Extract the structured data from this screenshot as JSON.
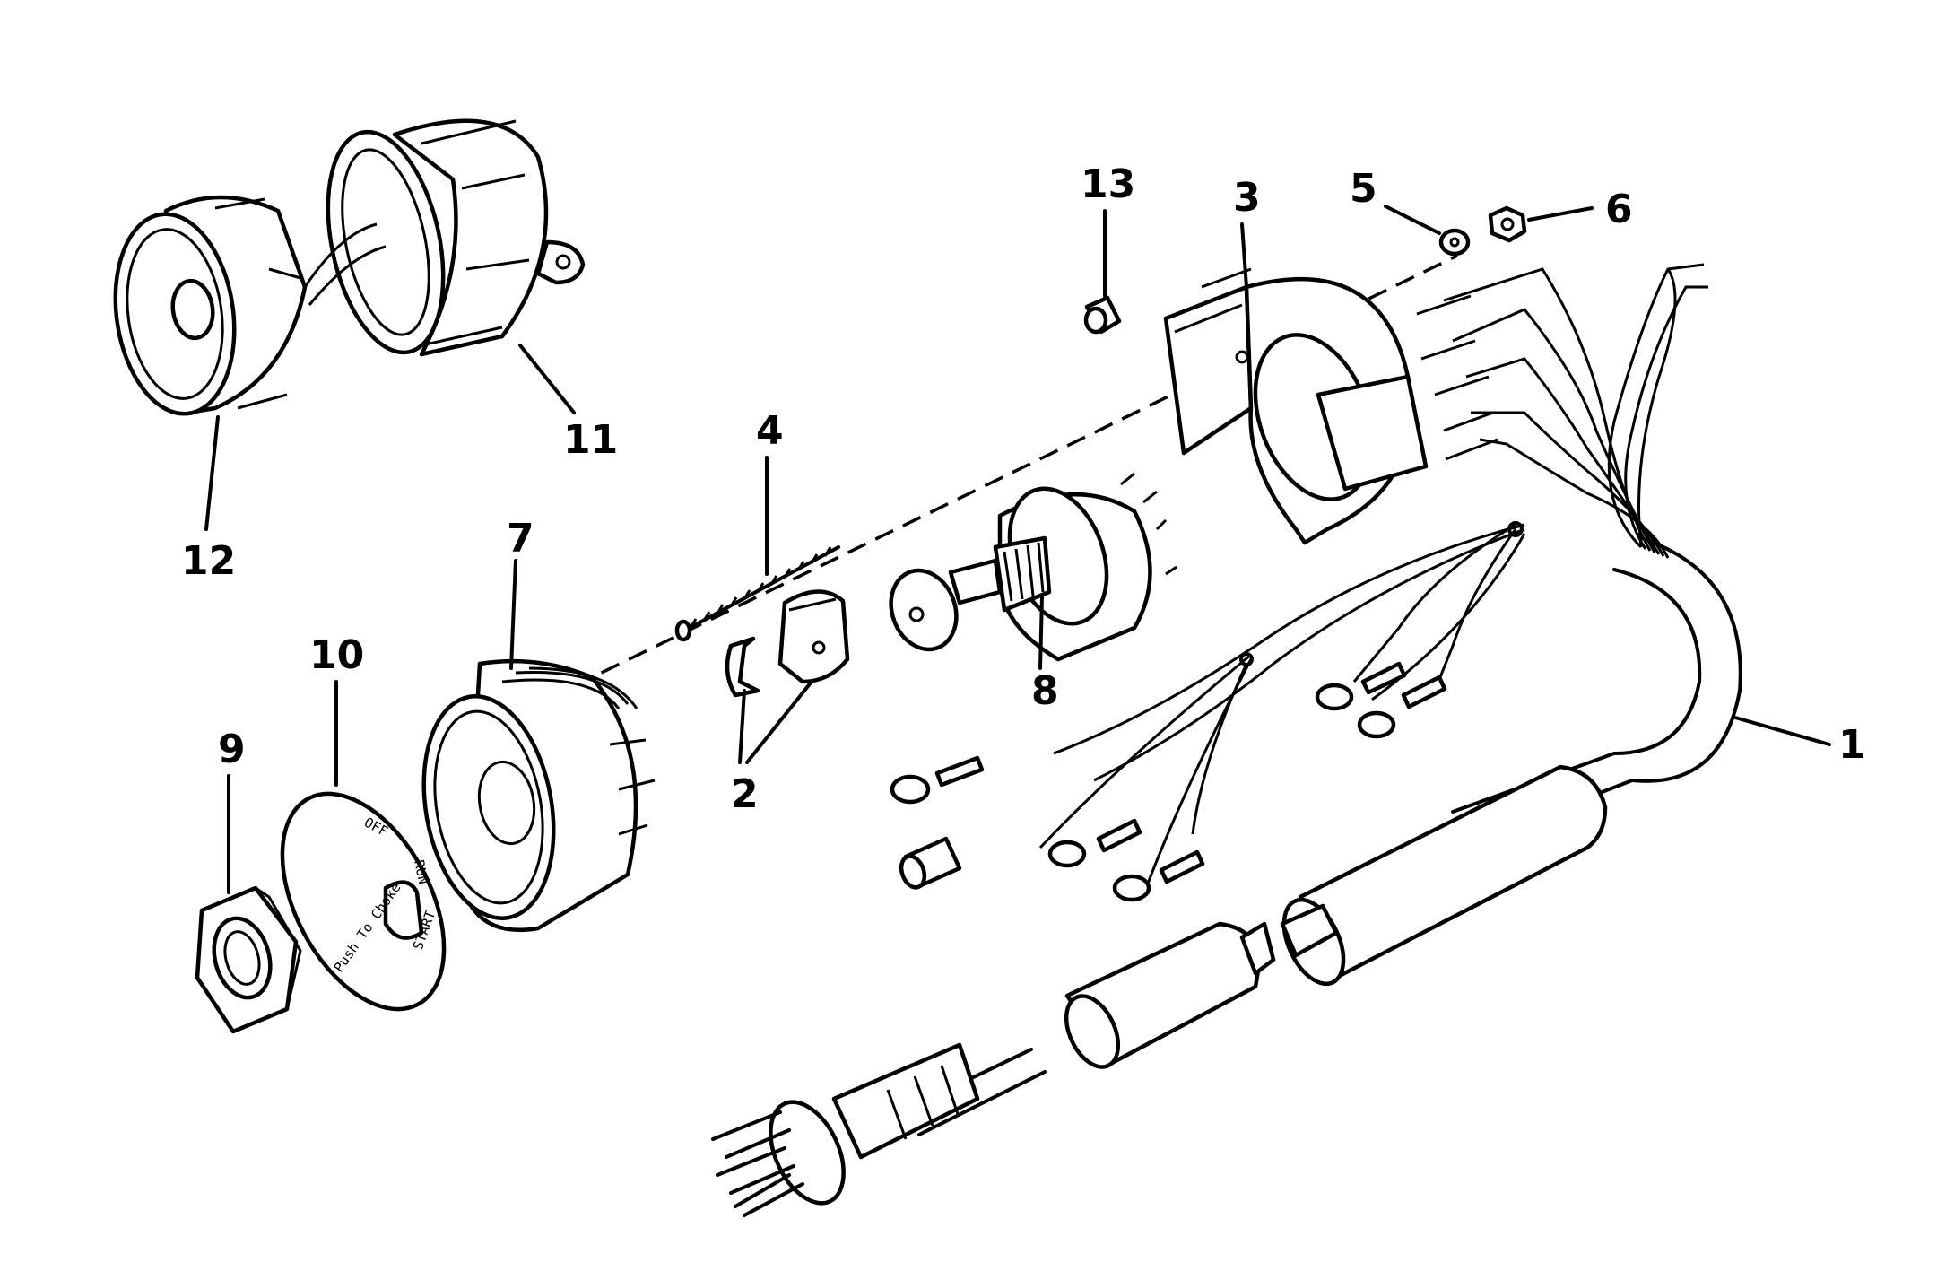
{
  "callouts": [
    {
      "id": "1",
      "text": "1"
    },
    {
      "id": "2",
      "text": "2"
    },
    {
      "id": "3",
      "text": "3"
    },
    {
      "id": "4",
      "text": "4"
    },
    {
      "id": "5",
      "text": "5"
    },
    {
      "id": "6",
      "text": "6"
    },
    {
      "id": "7",
      "text": "7"
    },
    {
      "id": "8",
      "text": "8"
    },
    {
      "id": "9",
      "text": "9"
    },
    {
      "id": "10",
      "text": "10"
    },
    {
      "id": "11",
      "text": "11"
    },
    {
      "id": "12",
      "text": "12"
    },
    {
      "id": "13",
      "text": "13"
    }
  ],
  "decal_text": {
    "off": "OFF",
    "run": "RUN",
    "start": "START",
    "push": "Push To Choke"
  }
}
